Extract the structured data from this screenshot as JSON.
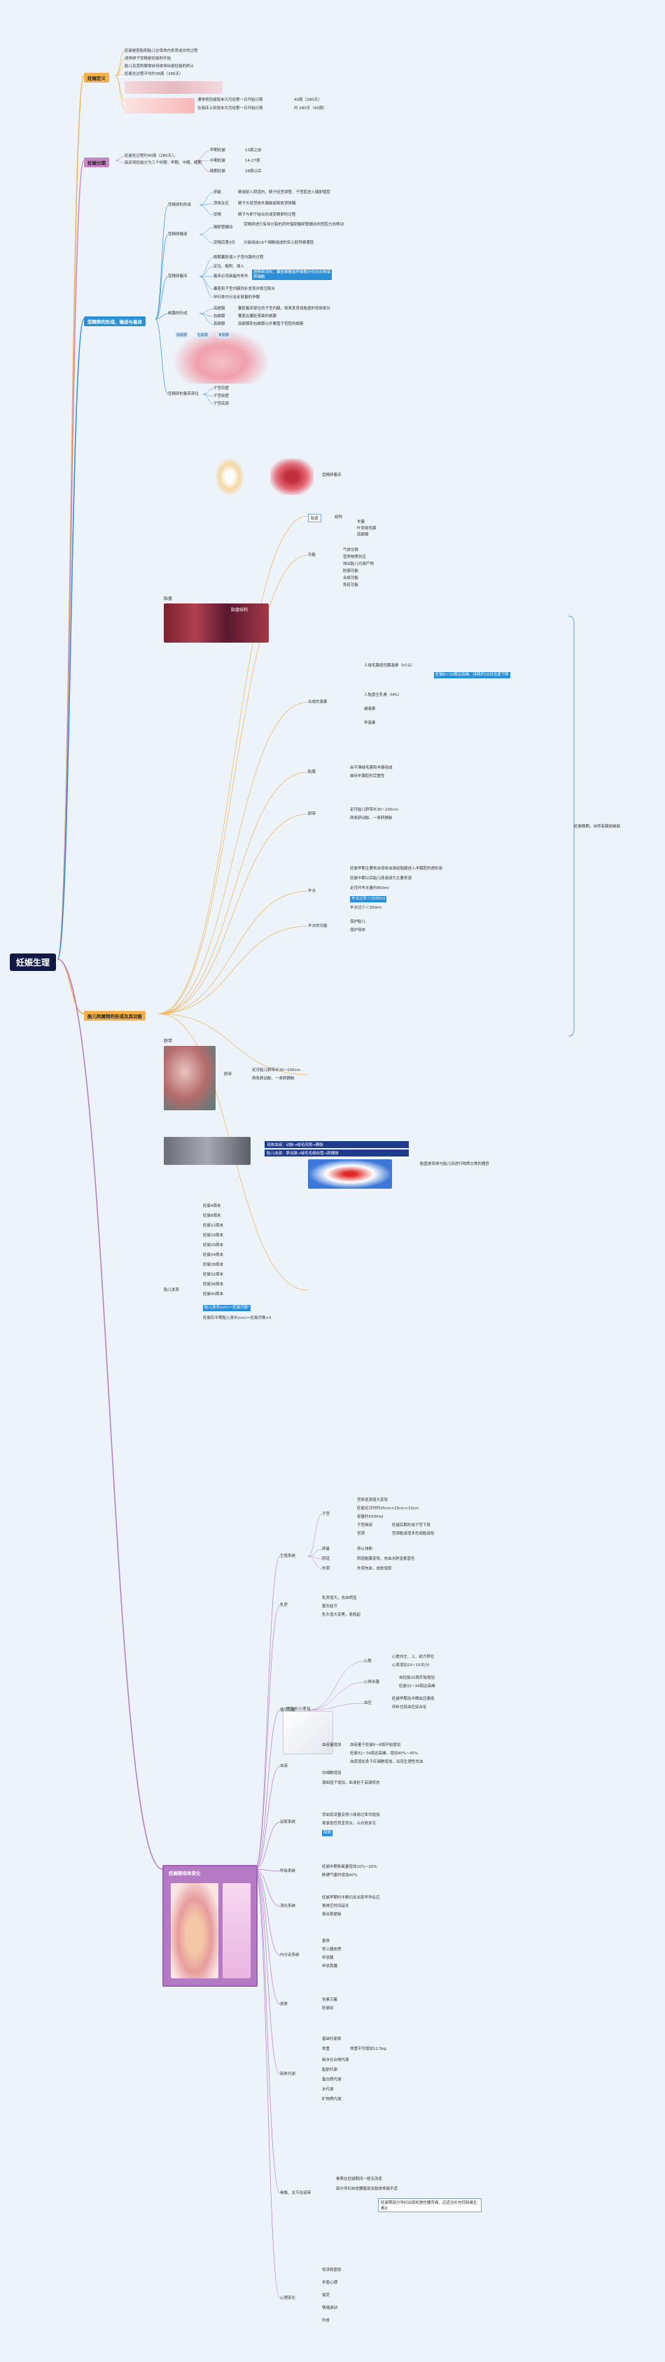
{
  "root": "妊娠生理",
  "categories": {
    "c1": "妊娠定义",
    "c2": "妊娠分期",
    "c3": "受精卵的形成、输送与着床",
    "c4": "胎儿附属物的形成及其功能",
    "c5": "妊娠期母体变化"
  },
  "c1": {
    "l1": "妊娠是胚胎和胎儿在母体内发育成长的过程",
    "l2": "成熟卵子受精是妊娠的开始",
    "l3": "胎儿及其附属物自母体排出是妊娠的终止",
    "l4": "妊娠全过程平均约38周（266天）",
    "r1": "通常将妊娠按末次月经第一日开始计算",
    "r2": "40周（280天）",
    "r3": "在临床上则按末次月经第一日开始计算",
    "r4": "约 280天（40周）"
  },
  "c2": {
    "l1": "妊娠全过程约40周（280天）。",
    "l2": "临床将妊娠分为三个时期：早期、中期、晚期",
    "r1": "早期妊娠",
    "r1v": "13周之前",
    "r2": "中期妊娠",
    "r2v": "14-27周",
    "r3": "晚期妊娠",
    "r3v": "28周以后"
  },
  "c3": {
    "g1": "受精卵的形成",
    "g1a": "获能",
    "g1a_t": "精液射入阴道内，精子经宫颈管、子宫腔进入输卵管腔",
    "g1b": "顶体反应",
    "g1b_t": "精子头部顶体外膜破裂释放顶体酶",
    "g1c": "受精",
    "g1c_t": "精子与卵子结合形成受精卵的过程",
    "g2": "受精卵输送",
    "g2a": "输卵管蠕动",
    "g2a_t": "受精卵进行有丝分裂的同时借助输卵管蠕动向宫腔方向移动",
    "g2b": "受精后第3日",
    "g2b_t": "分裂成由16个细胞组成的实心胚称桑葚胚",
    "g3": "受精卵着床",
    "g3a": "晚期囊胚侵入子宫内膜的过程",
    "g3b": "定位、黏附、侵入",
    "g3c": "着床必须具备的条件",
    "g3c_hl": "透明带消失；囊胚细胞滋养细胞分化出合体滋养细胞",
    "g3d": "囊胚和子宫内膜同步发育并相互配合",
    "g3e": "孕妇体内分泌足够量的孕酮",
    "g4": "蜕膜的形成",
    "g4a": "底蜕膜",
    "g4a_t": "囊胚着床部位的子宫内膜，将来发育成胎盘的母体部分",
    "g4b": "包蜕膜",
    "g4b_t": "覆盖在囊胚表面的蜕膜",
    "g4c": "真蜕膜",
    "g4c_t": "底蜕膜和包蜕膜以外覆盖子宫腔的蜕膜",
    "g5": "受精卵的着床部位",
    "g5a": "子宫后壁",
    "g5b": "子宫前壁",
    "g5c": "子宫底部",
    "img_note": "受精卵着床"
  },
  "c4": {
    "placenta": "胎盘",
    "p_struct": "结构",
    "p_struct_a": "羊膜",
    "p_struct_b": "叶状绒毛膜",
    "p_struct_c": "底蜕膜",
    "p_func": "功能",
    "p_func_a": "气体交换",
    "p_func_b": "营养物质供应",
    "p_func_c": "排出胎儿代谢产物",
    "p_func_d": "防御功能",
    "p_func_e": "合成功能",
    "p_func_f": "免疫功能",
    "hormones": "合成的激素",
    "hcg": "人绒毛膜促性腺激素（hCG）",
    "hpl": "人胎盘生乳素（hPL）",
    "estrogen": "雌激素",
    "progesterone": "孕激素",
    "hcg_hl": "妊娠8~10周达高峰，持续约10日迅速下降",
    "fetal_membrane": "胎膜",
    "fm_a": "由平滑绒毛膜和羊膜组成",
    "fm_b": "维持羊膜腔的完整性",
    "umbilical": "脐带",
    "ub_a": "足月胎儿脐带长30~100cm",
    "ub_b": "两条脐动脉、一条脐静脉",
    "amniotic": "羊水",
    "af_a": "妊娠早期主要来自母体血清经胎膜进入羊膜腔的透析液",
    "af_b": "妊娠中期以后胎儿尿液成为主要来源",
    "af_c": "足月时羊水量约800ml",
    "af_hl": "羊水过多＞2000ml",
    "af_d": "羊水过少＜300ml",
    "af_func": "羊水的功能",
    "af_func_a": "保护胎儿",
    "af_func_b": "保护母体",
    "right_note": "胎盘是母体与胎儿间进行物质交换的器官",
    "bracket_note": "妊娠晚期，自然有膜前破裂",
    "img1_label": "胎盘",
    "img2_label": "脐带",
    "img3_label": "胎盘结构",
    "blue_box1": "母体血液：动脉→绒毛间隙→静脉",
    "blue_box2": "胎儿血液：脐动脉→绒毛毛细血管→脐静脉",
    "fetal_dev": "胎儿发育",
    "fd_a": "妊娠4周末",
    "fd_b": "妊娠8周末",
    "fd_c": "妊娠12周末",
    "fd_d": "妊娠16周末",
    "fd_e": "妊娠20周末",
    "fd_f": "妊娠24周末",
    "fd_g": "妊娠28周末",
    "fd_h": "妊娠32周末",
    "fd_i": "妊娠36周末",
    "fd_j": "妊娠40周末",
    "fd_hl": "胎儿身长(cm)＝妊娠月数²",
    "fd_calc": "妊娠后半期胎儿身长(cm)＝妊娠月数×5"
  },
  "c5": {
    "img_note": "妊娠期母体变化",
    "repro": "生殖系统",
    "uterus": "子宫",
    "uterus_a": "宫体逐渐增大变软",
    "uterus_b": "妊娠足月时约35cm×25cm×22cm",
    "uterus_c": "容量约5000ml",
    "uterus_d": "子宫峡部",
    "uterus_e": "妊娠后期形成子宫下段",
    "uterus_f": "宫颈",
    "uterus_g": "宫颈黏液增多形成黏液栓",
    "ovary": "卵巢",
    "ovary_a": "停止排卵",
    "vagina": "阴道",
    "vagina_a": "阴道黏膜变软，充血水肿呈紫蓝色",
    "vulva": "外阴",
    "vulva_a": "外阴充血，皮肤增厚",
    "breast": "乳房",
    "breast_a": "乳房增大，充血明显",
    "breast_b": "蒙氏结节",
    "breast_c": "乳头增大变黑，易勃起",
    "circ": "循环系统",
    "heart": "心脏",
    "heart_a": "心脏向左、上、前方移位",
    "heart_b": "心率增加10~15次/分",
    "co": "心排出量",
    "co_a": "自妊娠10周开始增加",
    "co_b": "妊娠32~34周达高峰",
    "bp": "血压",
    "bp_a": "妊娠早期及中期血压偏低",
    "bp_b": "仰卧位低血压综合征",
    "blood": "血液",
    "blood_a": "血容量增加",
    "blood_b": "血容量于妊娠6~8周开始增加",
    "blood_c": "妊娠32~34周达高峰，增加40%~45%",
    "blood_d": "血浆增加多于红细胞增加，出现生理性贫血",
    "blood_e": "白细胞增加",
    "blood_f": "凝血因子增加，血液处于高凝状态",
    "uri": "泌尿系统",
    "uri_a": "肾血浆流量及肾小球滤过率均增加",
    "uri_b": "易患急性肾盂肾炎，以右侧多见",
    "uri_hl": "尿频",
    "resp": "呼吸系统",
    "resp_a": "妊娠中期耗氧量增加10%~20%",
    "resp_b": "肺通气量约增加40%",
    "dig": "消化系统",
    "dig_a": "妊娠早期约半数妇女出现早孕反应",
    "dig_b": "胃排空时间延长",
    "dig_c": "易出现便秘",
    "endo": "内分泌系统",
    "endo_a": "垂体",
    "endo_b": "肾上腺皮质",
    "endo_c": "甲状腺",
    "endo_d": "甲状旁腺",
    "skin": "皮肤",
    "skin_a": "色素沉着",
    "skin_b": "妊娠纹",
    "meta": "新陈代谢",
    "meta_a": "基础代谢率",
    "meta_b": "体重",
    "meta_c": "体重平均增加12.5kg",
    "meta_d": "碳水化合物代谢",
    "meta_e": "脂肪代谢",
    "meta_f": "蛋白质代谢",
    "meta_g": "水代谢",
    "meta_h": "矿物质代谢",
    "skel": "骨骼、关节及韧带",
    "skel_a": "骨质在妊娠期间一般无改变",
    "skel_b": "部分孕妇自觉腰骶部及肢体疼痛不适",
    "skel_hl": "妊娠期部分孕妇出现松弛性腰背痛，应适当补充钙和维生素D",
    "psy": "心理变化",
    "psy_a": "惊讶和震惊",
    "psy_b": "矛盾心理",
    "psy_c": "接受",
    "psy_d": "情绪波动",
    "psy_e": "内省",
    "chart_label": "子宫大小变化"
  }
}
